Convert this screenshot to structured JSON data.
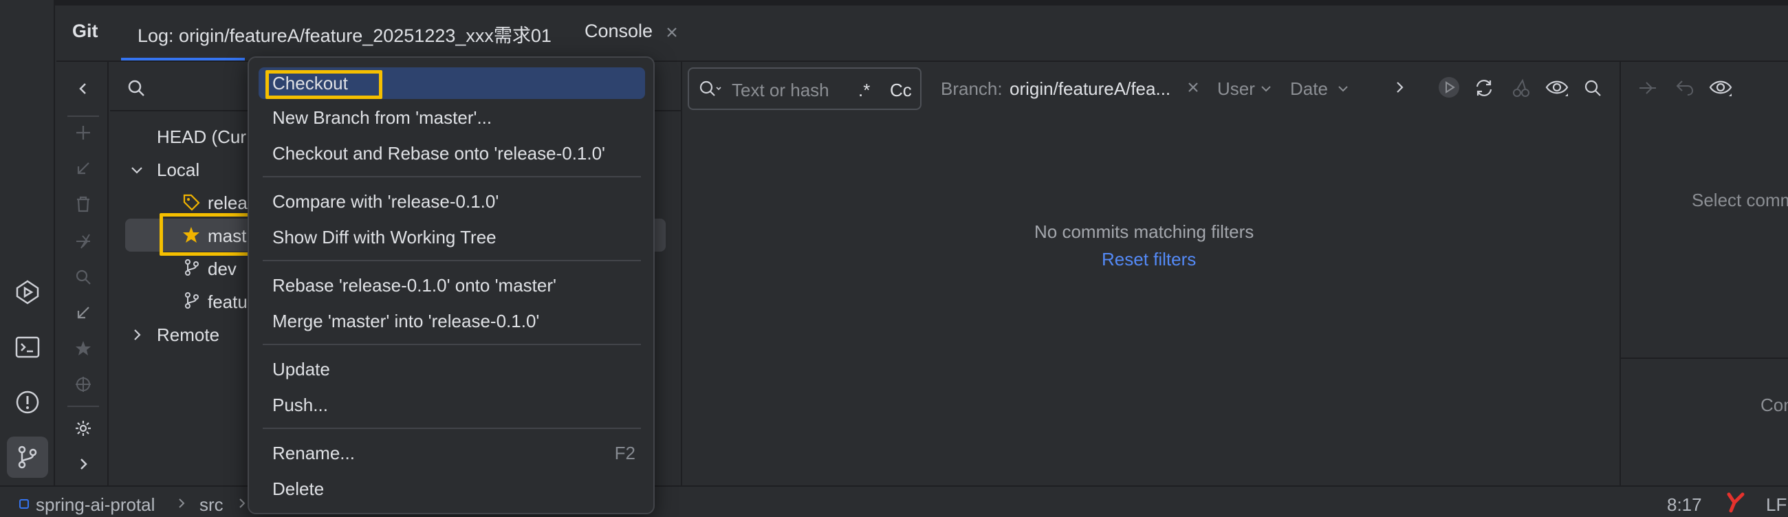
{
  "window": {
    "tabs": [
      {
        "label": "Git"
      },
      {
        "label": "Log: origin/featureA/feature_20251223_xxx需求01"
      },
      {
        "label": "Console"
      }
    ]
  },
  "branches": {
    "head": "HEAD (Cur",
    "local_label": "Local",
    "local_items": [
      {
        "label": "relea",
        "icon": "tag-icon"
      },
      {
        "label": "mast",
        "icon": "star-icon"
      },
      {
        "label": "dev",
        "icon": "branch-icon"
      },
      {
        "label": "featu",
        "icon": "branch-icon"
      }
    ],
    "remote_label": "Remote"
  },
  "log": {
    "search_placeholder": "Text or hash",
    "regex_label": ".*",
    "case_label": "Cc",
    "branch_label": "Branch:",
    "branch_value": "origin/featureA/fea...",
    "user_label": "User",
    "date_label": "Date",
    "empty_message": "No commits matching filters",
    "reset_link": "Reset filters"
  },
  "details": {
    "select_text": "Select comm",
    "commit_text": "Com"
  },
  "context_menu": {
    "items": [
      {
        "label": "Checkout",
        "highlighted": true
      },
      {
        "label": "New Branch from 'master'..."
      },
      {
        "label": "Checkout and Rebase onto 'release-0.1.0'"
      },
      {
        "label": "Compare with 'release-0.1.0'"
      },
      {
        "label": "Show Diff with Working Tree"
      },
      {
        "label": "Rebase 'release-0.1.0' onto 'master'"
      },
      {
        "label": "Merge 'master' into 'release-0.1.0'"
      },
      {
        "label": "Update"
      },
      {
        "label": "Push..."
      },
      {
        "label": "Rename...",
        "shortcut": "F2"
      },
      {
        "label": "Delete"
      }
    ]
  },
  "statusbar": {
    "project": "spring-ai-protal",
    "folder": "src",
    "cursor": "8:17",
    "line_ending": "LF"
  },
  "colors": {
    "accent": "#3574f0",
    "highlight_annotation": "#f5bf00",
    "link": "#548af7",
    "menu_selection": "#2e436e"
  }
}
